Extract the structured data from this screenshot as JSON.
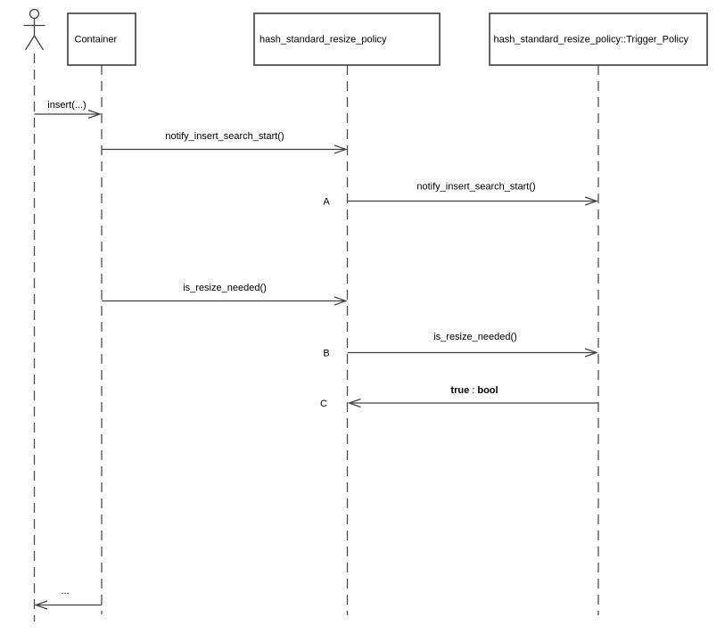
{
  "colors": {
    "background": "#ffffff",
    "line": "#404040",
    "lifeline": "#4d4d4d",
    "box_border": "#303030",
    "text": "#000000"
  },
  "participants": [
    {
      "label": "Container"
    },
    {
      "label": "hash_standard_resize_policy"
    },
    {
      "label": "hash_standard_resize_policy::Trigger_Policy"
    }
  ],
  "actor": {
    "icon": "stick-figure-actor-icon"
  },
  "messages": [
    {
      "label": "insert(...)",
      "from": "actor",
      "to": "Container"
    },
    {
      "label": "notify_insert_search_start()",
      "from": "Container",
      "to": "hash_standard_resize_policy"
    },
    {
      "step": "A",
      "label": "notify_insert_search_start()",
      "from": "hash_standard_resize_policy",
      "to": "hash_standard_resize_policy::Trigger_Policy"
    },
    {
      "label": "is_resize_needed()",
      "from": "Container",
      "to": "hash_standard_resize_policy"
    },
    {
      "step": "B",
      "label": "is_resize_needed()",
      "from": "hash_standard_resize_policy",
      "to": "hash_standard_resize_policy::Trigger_Policy"
    },
    {
      "step": "C",
      "value": "true",
      "separator": " : ",
      "type": "bool",
      "from": "hash_standard_resize_policy::Trigger_Policy",
      "to": "hash_standard_resize_policy"
    },
    {
      "label": "...",
      "from": "Container",
      "to": "actor"
    }
  ]
}
